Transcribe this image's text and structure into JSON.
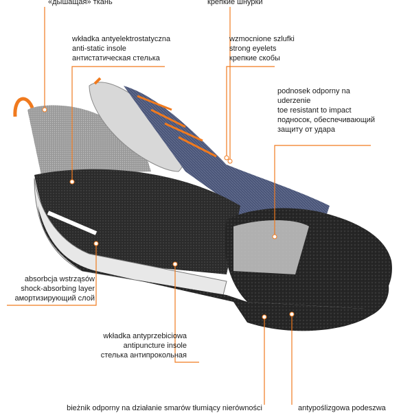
{
  "callouts": {
    "breathable_fabric": {
      "line1": "«дышащая» ткань"
    },
    "strong_laces": {
      "line1": "крепкие шнурки"
    },
    "antistatic_insole": {
      "line1": "wkładka antyelektrostatyczna",
      "line2": "anti-static insole",
      "line3": "антистатическая стелька"
    },
    "strong_eyelets": {
      "line1": "wzmocnione szlufki",
      "line2": "strong eyelets",
      "line3": "крепкие скобы"
    },
    "toe_cap": {
      "line1": "podnosek odporny na",
      "line2": "uderzenie",
      "line3": "toe resistant to impact",
      "line4": "подносок, обеспечивающий",
      "line5": "защиту от удара"
    },
    "shock_absorbing": {
      "line1": "absorbcja wstrząsów",
      "line2": "shock-absorbing layer",
      "line3": "амортизирующий слой"
    },
    "antipuncture_insole": {
      "line1": "wkładka antyprzebiciowa",
      "line2": "antipuncture insole",
      "line3": "стелька антипрокольная"
    },
    "outsole_oil": {
      "line1": "bieżnik odporny na działanie smarów tłumiący nierówności"
    },
    "antislip_sole": {
      "line1": "antypoślizgowa podeszwa"
    }
  },
  "colors": {
    "accent": "#f07a1e",
    "text": "#1a1a1a",
    "sole": "#2a2a2a"
  }
}
